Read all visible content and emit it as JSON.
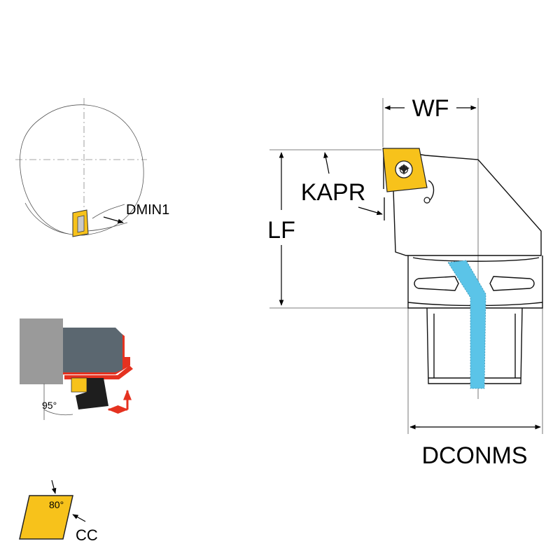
{
  "labels": {
    "wf": "WF",
    "kapr": "KAPR",
    "lf": "LF",
    "dconms": "DCONMS",
    "dmin1": "DMIN1",
    "angle_95": "95°",
    "angle_80": "80°",
    "cc": "CC"
  },
  "colors": {
    "insert": "#f7c21b",
    "coolant": "#5bc4e8",
    "red": "#e53220",
    "gray_light": "#9a9a9a",
    "gray_dark": "#5b6770",
    "black": "#1e1e1e"
  },
  "icons": {
    "screw": "torx-screw-icon",
    "feed_arrows": "feed-direction-arrows-icon"
  }
}
